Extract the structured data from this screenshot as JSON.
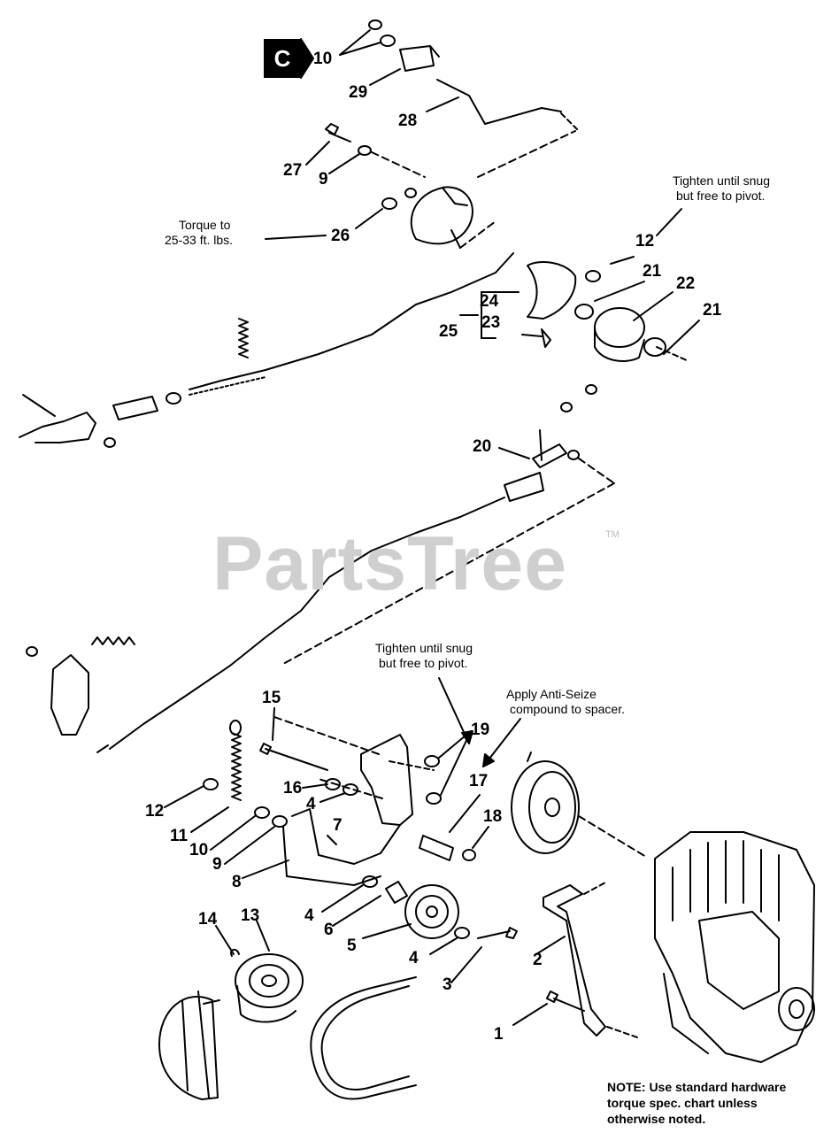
{
  "watermark": {
    "text": "PartsTree",
    "tm": "TM"
  },
  "section_badge": "C",
  "notes": {
    "torque_top_1": "Torque to",
    "torque_top_2": "25-33 ft. lbs.",
    "snug_top_1": "Tighten until snug",
    "snug_top_2": "but free to pivot.",
    "snug_mid_1": "Tighten until snug",
    "snug_mid_2": "but free to pivot.",
    "antiseize_1": "Apply Anti-Seize",
    "antiseize_2": "compound to spacer.",
    "footer_1": "NOTE: Use standard hardware",
    "footer_2": "torque spec. chart unless",
    "footer_3": "otherwise noted."
  },
  "callouts": {
    "c10_top": "10",
    "c29": "29",
    "c28": "28",
    "c27": "27",
    "c9_top": "9",
    "c26": "26",
    "c12_top": "12",
    "c21_a": "21",
    "c22": "22",
    "c21_b": "21",
    "c24": "24",
    "c23": "23",
    "c25": "25",
    "c20": "20",
    "c15": "15",
    "c19": "19",
    "c16": "16",
    "c17": "17",
    "c4_a": "4",
    "c7": "7",
    "c18": "18",
    "c12_low": "12",
    "c11": "11",
    "c10_low": "10",
    "c9_low": "9",
    "c8": "8",
    "c4_b": "4",
    "c6": "6",
    "c5": "5",
    "c4_c": "4",
    "c3": "3",
    "c2": "2",
    "c14": "14",
    "c13": "13",
    "c1": "1"
  }
}
